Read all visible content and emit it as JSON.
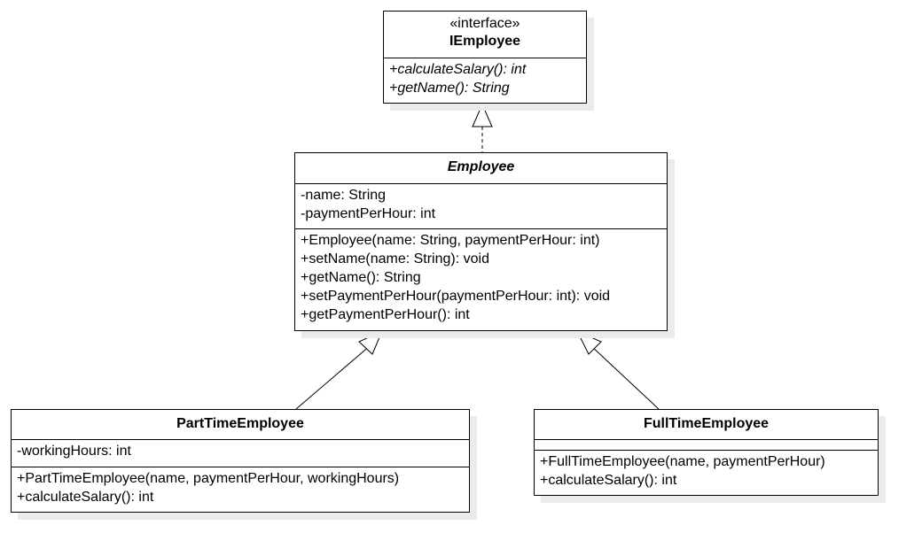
{
  "interface": {
    "stereotype": "«interface»",
    "name": "IEmployee",
    "operations": [
      "+calculateSalary(): int",
      "+getName(): String"
    ]
  },
  "employee": {
    "name": "Employee",
    "attributes": [
      "-name: String",
      "-paymentPerHour: int"
    ],
    "operations": [
      "+Employee(name: String, paymentPerHour: int)",
      "+setName(name: String): void",
      "+getName(): String",
      "+setPaymentPerHour(paymentPerHour: int): void",
      "+getPaymentPerHour(): int"
    ]
  },
  "part_time": {
    "name": "PartTimeEmployee",
    "attributes": [
      "-workingHours: int"
    ],
    "operations": [
      "+PartTimeEmployee(name, paymentPerHour, workingHours)",
      "+calculateSalary(): int"
    ]
  },
  "full_time": {
    "name": "FullTimeEmployee",
    "attributes": [],
    "operations": [
      "+FullTimeEmployee(name, paymentPerHour)",
      "+calculateSalary(): int"
    ]
  }
}
